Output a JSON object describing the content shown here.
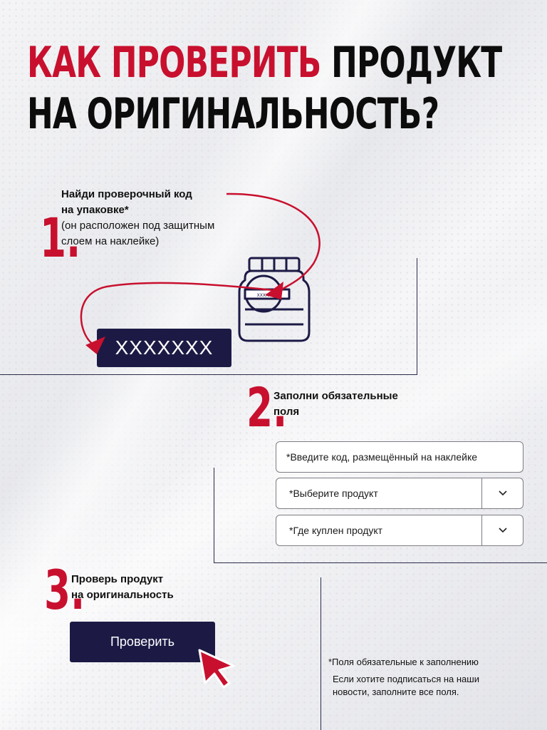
{
  "title": {
    "red_part": "Как проверить",
    "black_part_line1": "продукт",
    "line2": "на оригинальность?"
  },
  "steps": [
    {
      "number": "1.",
      "bold_line1": "Найди проверочный код",
      "bold_line2": "на упаковке*",
      "sub_line1": "(он расположен под защитным",
      "sub_line2": "слоем на наклейке)"
    },
    {
      "number": "2.",
      "bold_line1": "Заполни обязательные",
      "bold_line2": "поля"
    },
    {
      "number": "3.",
      "bold_line1": "Проверь продукт",
      "bold_line2": "на оригинальность"
    }
  ],
  "jar": {
    "label_text": "XXXXXXX"
  },
  "code_box": {
    "text": "XXXXXXX"
  },
  "form": {
    "code_field": "*Введите код, размещённый на наклейке",
    "product_select": "*Выберите продукт",
    "place_select": "*Где куплен продукт"
  },
  "verify_button": "Проверить",
  "notes": {
    "required": "*Поля обязательные к заполнению",
    "subscribe_line1": "Если хотите подписаться на наши",
    "subscribe_line2": "новости, заполните все поля."
  },
  "colors": {
    "accent_red": "#c8102e",
    "navy": "#1c1a45"
  }
}
